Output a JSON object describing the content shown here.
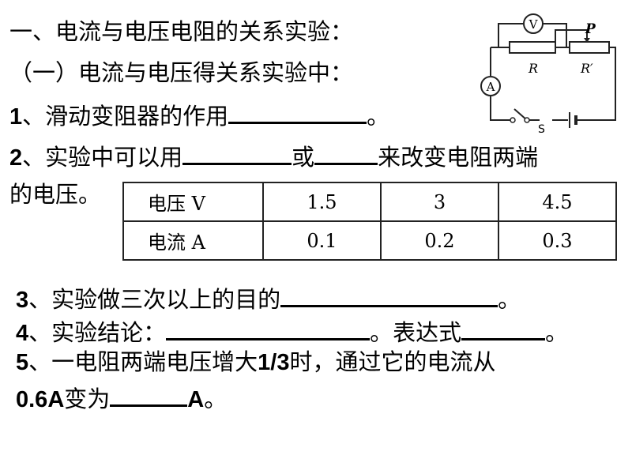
{
  "title": "一、电流与电压电阻的关系实验：",
  "subtitle": "（一）电流与电压得关系实验中：",
  "q1": {
    "num": "1",
    "text": "、滑动变阻器的作用",
    "end": "。"
  },
  "q2": {
    "num": "2",
    "text": "、实验中可以用",
    "mid": "或",
    "tail": "来改变电阻两端",
    "cont": "的电压。"
  },
  "q3": {
    "num": "3",
    "text": "、实验做三次以上的目的",
    "end": "。"
  },
  "q4": {
    "num": "4",
    "text": "、实验结论：",
    "mid": "。表达式",
    "end": "。"
  },
  "q5": {
    "num": "5",
    "text": "、一电阻两端电压增大",
    "frac": "1/3",
    "tail": "时，通过它的电流从"
  },
  "q5b": {
    "value": "0.6A",
    "text": "变为",
    "unit": "A",
    "end": "。"
  },
  "circuit": {
    "voltmeter": "V",
    "ammeter": "A",
    "slider": "P",
    "resistor": "R",
    "rheostat": "R′",
    "switch": "S"
  },
  "table": {
    "rows": [
      {
        "label": "电压 V",
        "values": [
          "1.5",
          "3",
          "4.5"
        ]
      },
      {
        "label": "电流 A",
        "values": [
          "0.1",
          "0.2",
          "0.3"
        ]
      }
    ]
  }
}
